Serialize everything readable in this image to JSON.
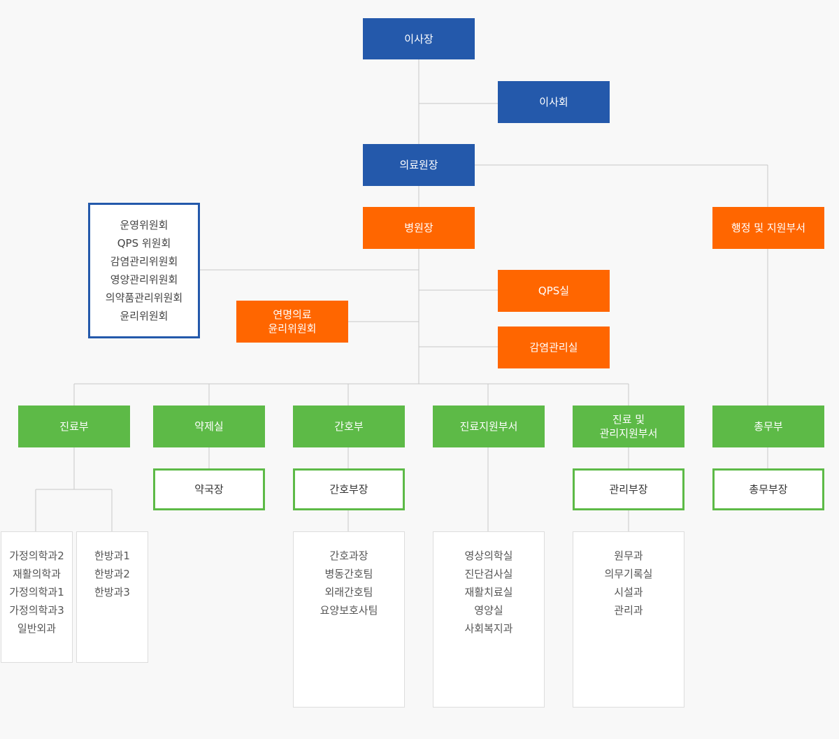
{
  "colors": {
    "top_management": "#2459ab",
    "hospital_units": "#ff6600",
    "departments": "#5dba47",
    "connector": "#c8c8c8"
  },
  "nodes": {
    "chairman": "이사장",
    "board": "이사회",
    "medical_director": "의료원장",
    "hospital_director": "병원장",
    "admin_support": "행정 및 지원부서",
    "qps_office": "QPS실",
    "infection_control_office": "감염관리실",
    "ethics_committee": [
      "연명의료",
      "윤리위원회"
    ]
  },
  "committees": [
    "운영위원회",
    "QPS 위원회",
    "감염관리위원회",
    "영양관리위원회",
    "의약품관리위원회",
    "윤리위원회"
  ],
  "departments": {
    "clinical": "진료부",
    "pharmacy": "약제실",
    "nursing": "간호부",
    "clinical_support": "진료지원부서",
    "clinical_mgmt_support": [
      "진료 및",
      "관리지원부서"
    ],
    "general_affairs": "총무부"
  },
  "heads": {
    "pharmacy_head": "약국장",
    "nursing_head": "간호부장",
    "mgmt_head": "관리부장",
    "general_affairs_head": "총무부장"
  },
  "lists": {
    "clinical_a": [
      "가정의학과2",
      "재활의학과",
      "가정의학과1",
      "가정의학과3",
      "일반외과"
    ],
    "clinical_b": [
      "한방과1",
      "한방과2",
      "한방과3"
    ],
    "nursing": [
      "간호과장",
      "병동간호팀",
      "외래간호팀",
      "요양보호사팀"
    ],
    "clinical_support": [
      "영상의학실",
      "진단검사실",
      "재활치료실",
      "영양실",
      "사회복지과"
    ],
    "mgmt_support": [
      "원무과",
      "의무기록실",
      "시설과",
      "관리과"
    ]
  }
}
